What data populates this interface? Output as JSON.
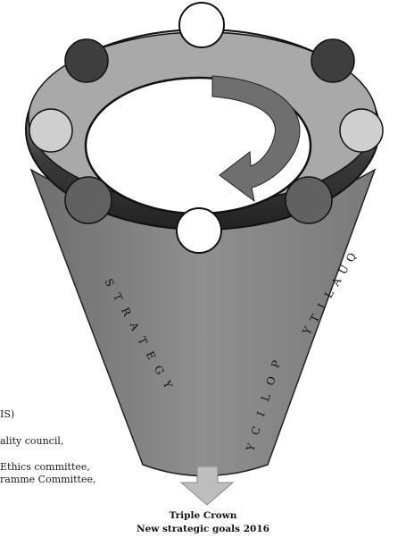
{
  "diagram": {
    "left_word": "STRATEGY",
    "right_word_top": "QUALITY",
    "right_word_bottom": "POLICY",
    "side_fragments": [
      "IS)",
      "ality council,",
      "Ethics committee,",
      "ramme Committee,"
    ],
    "caption_line1": "Triple Crown",
    "caption_line2": "New strategic goals 2016",
    "colors": {
      "funnel": "#8a8a8a",
      "ring": "#9c9c9c",
      "arrow": "#6f6f6f",
      "down_arrow": "#bdbdbd",
      "circle_dark": "#3e3e3e",
      "circle_light": "#cfcfcf",
      "circle_mid": "#616161",
      "circle_white": "#ffffff"
    }
  }
}
